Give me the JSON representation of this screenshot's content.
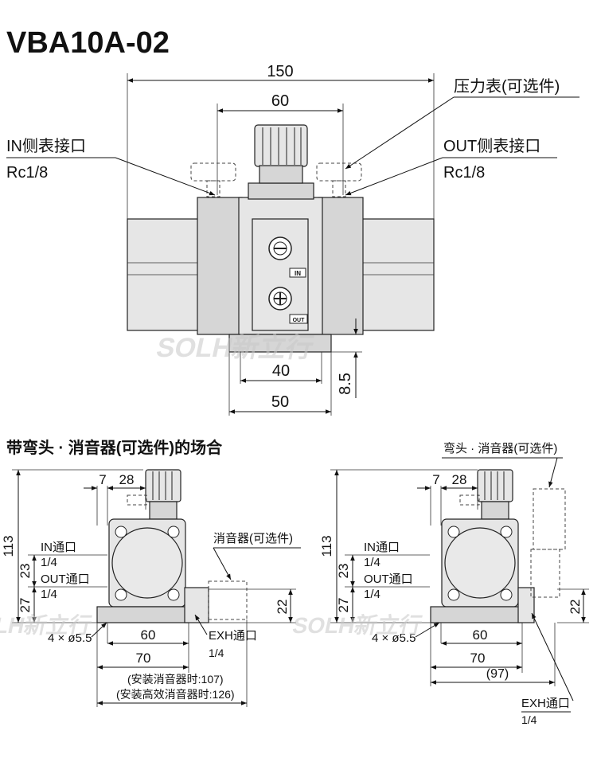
{
  "title": "VBA10A-02",
  "top_view": {
    "dim_150": "150",
    "dim_60": "60",
    "dim_40": "40",
    "dim_50": "50",
    "dim_8_5": "8.5",
    "gauge_label": "压力表(可选件)",
    "in_port_label": "IN侧表接口",
    "in_port_size": "Rc1/8",
    "out_port_label": "OUT侧表接口",
    "out_port_size": "Rc1/8",
    "mark_in": "IN",
    "mark_out": "OUT"
  },
  "section_title": "带弯头 · 消音器(可选件)的场合",
  "left_view": {
    "dim_113": "113",
    "dim_23": "23",
    "dim_27": "27",
    "dim_7": "7",
    "dim_28": "28",
    "dim_60": "60",
    "dim_70": "70",
    "dim_22": "22",
    "in_label": "IN通口",
    "in_size": "1/4",
    "out_label": "OUT通口",
    "out_size": "1/4",
    "holes": "4 × ø5.5",
    "silencer_label": "消音器(可选件)",
    "exh_label": "EXH通口",
    "exh_size": "1/4",
    "note1": "(安装消音器时:107)",
    "note2": "(安装高效消音器时:126)"
  },
  "right_view": {
    "dim_113": "113",
    "dim_23": "23",
    "dim_27": "27",
    "dim_7": "7",
    "dim_28": "28",
    "dim_60": "60",
    "dim_70": "70",
    "dim_97": "(97)",
    "dim_22": "22",
    "in_label": "IN通口",
    "in_size": "1/4",
    "out_label": "OUT通口",
    "out_size": "1/4",
    "holes": "4 × ø5.5",
    "elbow_label": "弯头 · 消音器(可选件)",
    "exh_label": "EXH通口",
    "exh_size": "1/4"
  },
  "watermark": "SOLH新立行"
}
